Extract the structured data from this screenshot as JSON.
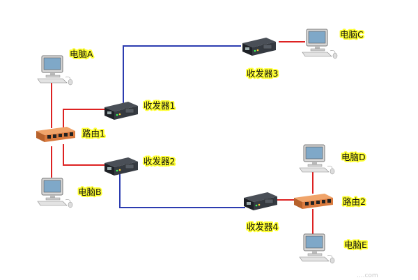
{
  "labels": {
    "pc_a": "电脑A",
    "pc_b": "电脑B",
    "pc_c": "电脑C",
    "pc_d": "电脑D",
    "pc_e": "电脑E",
    "router_1": "路由1",
    "router_2": "路由2",
    "transceiver_1": "收发器1",
    "transceiver_2": "收发器2",
    "transceiver_3": "收发器3",
    "transceiver_4": "收发器4"
  },
  "colors": {
    "ethernet_link": "#dd2222",
    "fiber_link": "#2c3cb0",
    "label_highlight": "#ffff33",
    "router_body": "#e0874a"
  },
  "icons": {
    "computer": "computer-icon",
    "router": "router-icon",
    "transceiver": "transceiver-icon"
  },
  "watermark": "....com"
}
